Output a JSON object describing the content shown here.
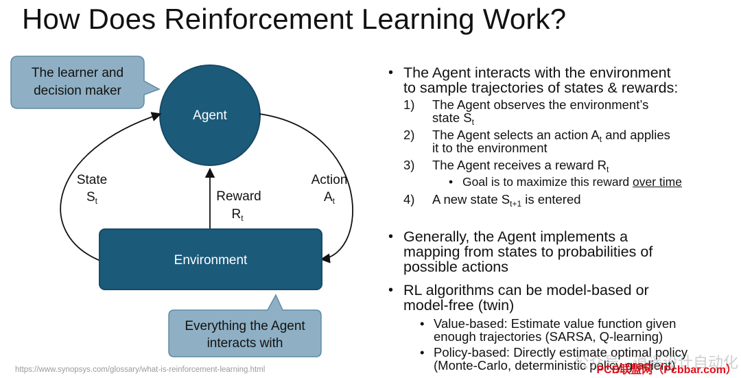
{
  "title": "How Does Reinforcement Learning  Work?",
  "diagram": {
    "agent_label": "Agent",
    "environment_label": "Environment",
    "callout_top": [
      "The learner and",
      "decision maker"
    ],
    "callout_bottom": [
      "Everything the Agent",
      "interacts with"
    ],
    "state_label": "State",
    "state_symbol": "S",
    "state_sub": "t",
    "reward_label": "Reward",
    "reward_symbol": "R",
    "reward_sub": "t",
    "action_label": "Action",
    "action_symbol": "A",
    "action_sub": "t",
    "colors": {
      "node_fill": "#1c5a7a",
      "callout_fill": "#8fb0c4",
      "callout_stroke": "#5f8aa3"
    }
  },
  "source": "https://www.synopsys.com/glossary/what-is-reinforcement-learning.html",
  "bullets": {
    "b1": [
      "The Agent interacts with the environment",
      "to sample trajectories of states & rewards:"
    ],
    "steps": [
      {
        "num": "1)",
        "a": "The Agent observes the environment’s",
        "b": "state S",
        "sub": "t"
      },
      {
        "num": "2)",
        "a": "The Agent selects an action A",
        "sub": "t",
        "c": " and applies",
        "b": "it to the environment"
      },
      {
        "num": "3)",
        "a": "The Agent receives a reward R",
        "sub": "t"
      },
      {
        "num": "4)",
        "a": "A new state S",
        "sub": "t+1",
        "c": " is entered"
      }
    ],
    "goal": "Goal is to maximize this reward ",
    "goal_ul": "over time",
    "b2": [
      "Generally, the Agent implements a",
      "mapping from states to probabilities of",
      "possible actions"
    ],
    "b3": [
      "RL algorithms can be model-based or",
      "model-free (twin)"
    ],
    "value_based": [
      "Value-based: Estimate value function given",
      "enough trajectories (SARSA, Q-learning)"
    ],
    "policy_based": [
      "Policy-based: Directly estimate optimal policy",
      "(Monte-Carlo, deterministic policy gradient)"
    ]
  },
  "watermark": {
    "wechat": "公众号 · 逍遥设计自动化",
    "site": "PCB联盟网（Pcbbar.com）"
  }
}
